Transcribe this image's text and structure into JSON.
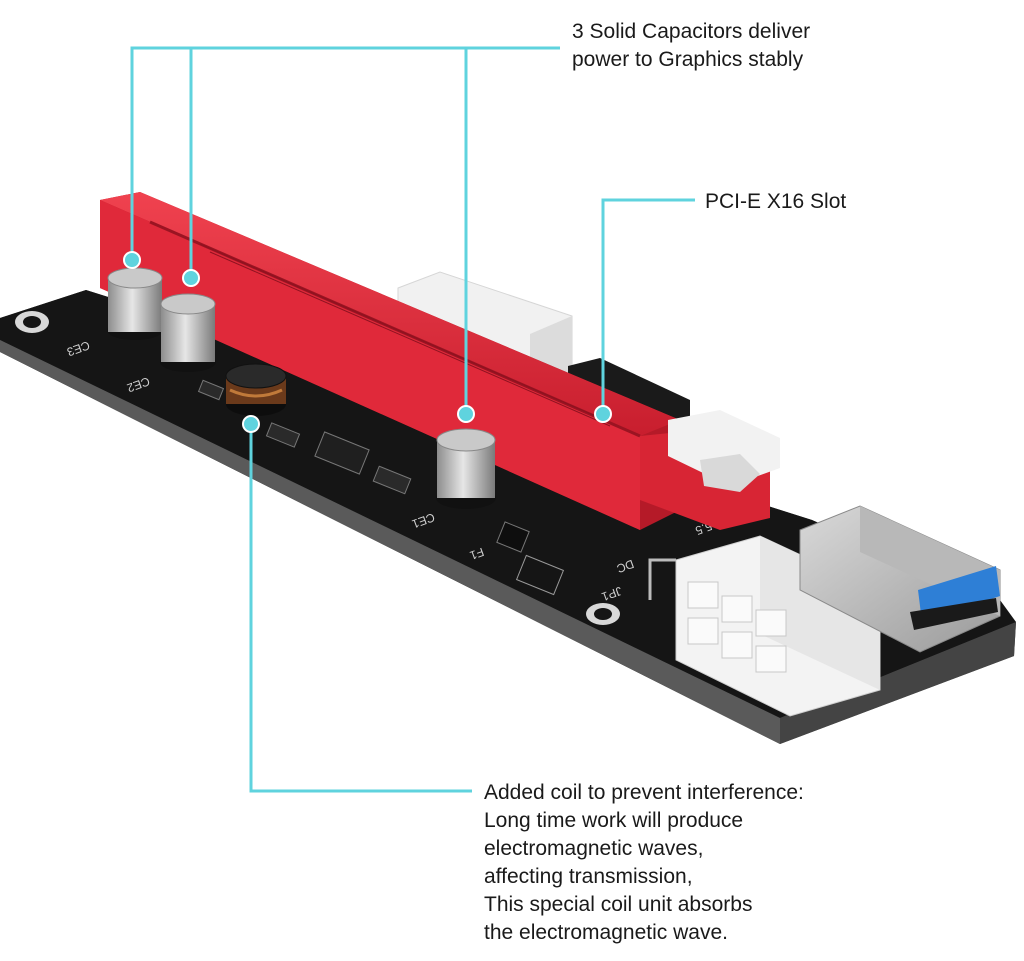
{
  "callouts": {
    "capacitors": [
      "3 Solid Capacitors deliver",
      "power to Graphics stably"
    ],
    "slot": "PCI-E X16 Slot",
    "coil": [
      "Added coil to prevent interference:",
      "Long time work will produce",
      "electromagnetic waves,",
      "affecting transmission,",
      "This special coil unit absorbs",
      "the electromagnetic wave."
    ]
  },
  "board_markings": {
    "ce1": "CE1",
    "ce2": "CE2",
    "ce3": "CE3",
    "f1": "F1",
    "jp1": "JP1",
    "b55": "B.5.5",
    "dc": "DC"
  },
  "colors": {
    "callout_line": "#5fd3de",
    "pcb": "#151515",
    "slot_red": "#e0293a",
    "usb_blue": "#2e7fd6",
    "connector_white": "#f3f3f3"
  }
}
